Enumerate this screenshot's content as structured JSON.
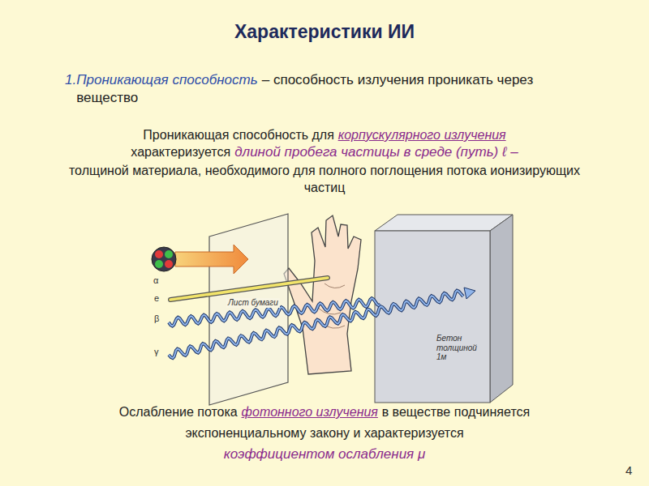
{
  "diagram": {
    "title": "Характеристики ИИ",
    "nodes": [
      {
        "text": [
          "Лист бумаги"
        ]
      },
      {
        "text": [
          "Бетон толщиной 1м"
        ]
      }
    ],
    "labels": [
      "1.",
      "Проникающая способность",
      "– способность излучения проникать через вещество",
      "Проникающая способность для",
      "корпускулярного излучения",
      "характеризуется",
      "длиной пробега частицы в среде (путь) ℓ –",
      "толщиной материала, необходимого для полного поглощения потока ионизирующих частиц",
      "Ослабление потока",
      "фотонного излучения",
      "в веществе подчиняется экспоненциальному закону и характеризуется",
      "коэффициентом ослабления μ",
      "α",
      "e",
      "β",
      "γ",
      "4"
    ]
  }
}
